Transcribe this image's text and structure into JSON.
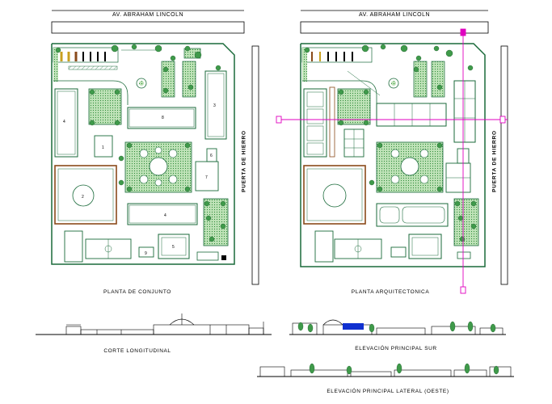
{
  "sheet": {
    "street_label_left": "AV. ABRAHAM LINCOLN",
    "street_label_right": "AV. ABRAHAM LINCOLN",
    "side_street_left": "PUERTA DE HIERRO",
    "side_street_right": "PUERTA DE HIERRO",
    "plan_left_title": "PLANTA DE CONJUNTO",
    "plan_right_title": "PLANTA ARQUITECTONICA",
    "section_title": "CORTE LONGITUDINAL",
    "elev_south_title": "ELEVACIÓN PRINCIPAL SUR",
    "elev_west_title": "ELEVACIÓN PRINCIPAL LATERAL (OESTE)"
  },
  "block_numbers": [
    "1",
    "2",
    "3",
    "4",
    "5",
    "6",
    "7",
    "8",
    "9"
  ],
  "colors": {
    "line": "#1a6a3a",
    "vegetation": "#3f9a4a",
    "hatch": "#7ec07a",
    "wood": "#8a4a1a",
    "axis": "#e000c0",
    "accent_blue": "#1030d0",
    "ink": "#000000"
  }
}
